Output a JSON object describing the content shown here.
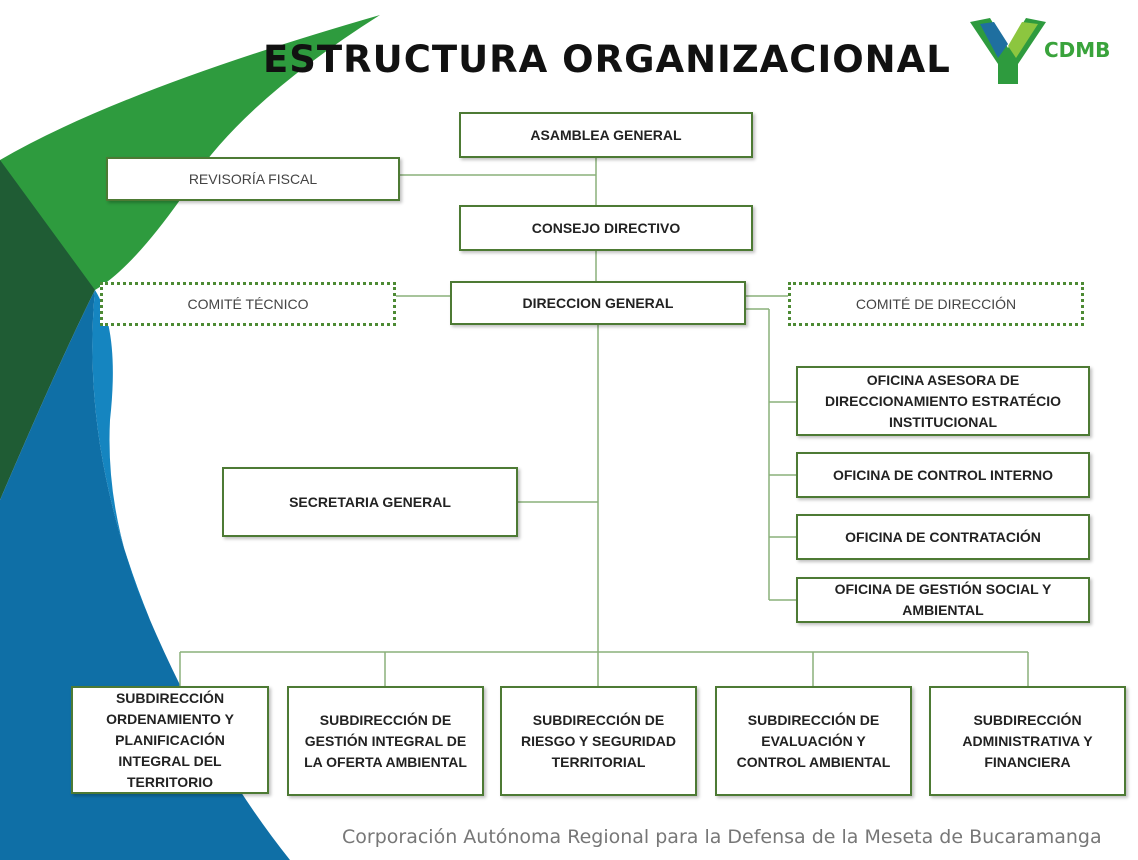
{
  "title": "ESTRUCTURA   ORGANIZACIONAL",
  "logo": {
    "text": "CDMB",
    "icon": "cdmb-logo-icon"
  },
  "colors": {
    "green": "#2e9b3e",
    "dark_green": "#1f5c34",
    "blue": "#0f6fa6",
    "border": "#4d7a34"
  },
  "nodes": {
    "asamblea": "ASAMBLEA GENERAL",
    "revisoria": "REVISORÍA FISCAL",
    "consejo": "CONSEJO DIRECTIVO",
    "comite_tecnico": "COMITÉ TÉCNICO",
    "direccion": "DIRECCION GENERAL",
    "comite_direccion": "COMITÉ DE DIRECCIÓN",
    "oficina_asesora": "OFICINA ASESORA DE DIRECCIONAMIENTO ESTRATÉCIO INSTITUCIONAL",
    "oficina_control": "OFICINA DE CONTROL INTERNO",
    "oficina_contratacion": "OFICINA DE CONTRATACIÓN",
    "oficina_gestion": "OFICINA DE GESTIÓN SOCIAL Y AMBIENTAL",
    "secretaria": "SECRETARIA GENERAL",
    "sub_ordenamiento": "SUBDIRECCIÓN ORDENAMIENTO Y PLANIFICACIÓN INTEGRAL DEL TERRITORIO",
    "sub_gestion": "SUBDIRECCIÓN DE GESTIÓN INTEGRAL DE LA OFERTA AMBIENTAL",
    "sub_riesgo": "SUBDIRECCIÓN DE RIESGO Y SEGURIDAD TERRITORIAL",
    "sub_evaluacion": "SUBDIRECCIÓN DE EVALUACIÓN Y CONTROL AMBIENTAL",
    "sub_administrativa": "SUBDIRECCIÓN ADMINISTRATIVA Y FINANCIERA"
  },
  "footer": "Corporación Autónoma Regional para la Defensa de la Meseta de Bucaramanga"
}
